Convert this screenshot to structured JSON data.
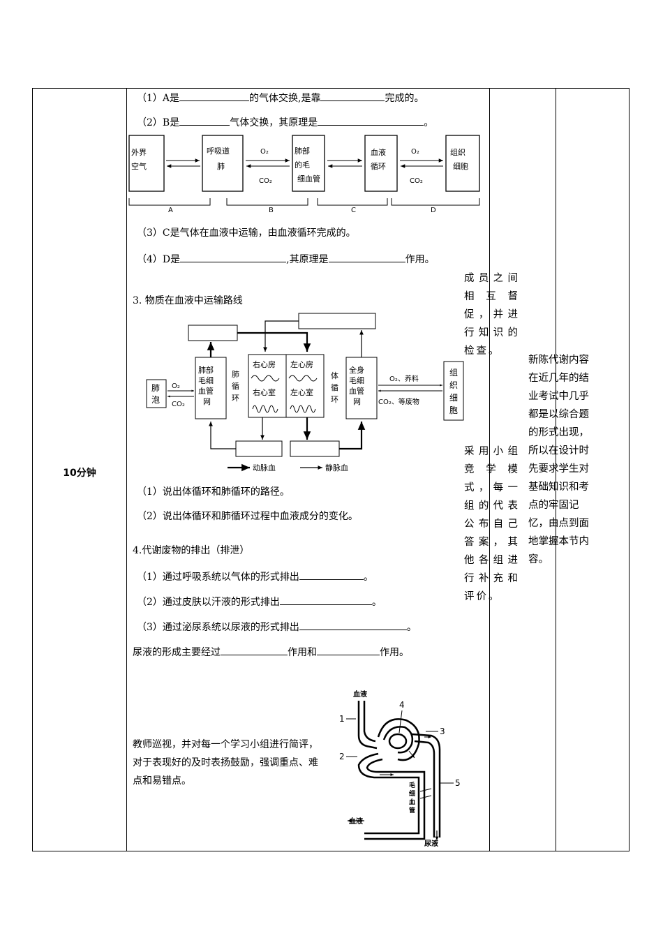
{
  "time_label": "10分钟",
  "section2": {
    "q1": {
      "p1": "（1）A是",
      "p2": "的气体交换,是靠",
      "p3": "完成的。"
    },
    "q2": {
      "p1": "（2）B是",
      "p2": "气体交换，其原理是",
      "p3": "。"
    },
    "q3": "（3）C是气体在血液中运输，由血液循环完成的。",
    "q4": {
      "p1": "（4）D是",
      "p2": ",其原理是",
      "p3": "作用。"
    },
    "diagram": {
      "box1": [
        "外界",
        "空气"
      ],
      "box2": [
        "呼吸道",
        "肺"
      ],
      "box3": [
        "肺部",
        "的毛",
        "细血管"
      ],
      "box4": [
        "血液",
        "循环"
      ],
      "box5": [
        "组织",
        "细胞"
      ],
      "o2": "O₂",
      "co2": "CO₂",
      "brackets": [
        "A",
        "B",
        "C",
        "D"
      ]
    }
  },
  "section3": {
    "title": "3.  物质在血液中运输路线",
    "diagram": {
      "alveoli": [
        "肺",
        "泡"
      ],
      "o2": "O₂",
      "co2": "CO₂",
      "lung_cap": [
        "肺部",
        "毛细",
        "血管",
        "网"
      ],
      "pulm_circ": [
        "肺",
        "循",
        "环"
      ],
      "ra": "右心房",
      "rv": "右心室",
      "la": "左心房",
      "lv": "左心室",
      "sys_circ": [
        "体",
        "循",
        "环"
      ],
      "body_cap": [
        "全身",
        "毛细",
        "血管",
        "网"
      ],
      "o2_nutrients": "O₂、养料",
      "co2_waste": "CO₂、等废物",
      "tissue": [
        "组",
        "织",
        "细",
        "胞"
      ],
      "legend_arterial": "动脉血",
      "legend_venous": "静脉血"
    },
    "q1": "（1）说出体循环和肺循环的路径。",
    "q2": "（2）说出体循环和肺循环过程中血液成分的变化。"
  },
  "section4": {
    "title": "4.代谢废物的排出（排泄）",
    "q1": "（1）通过呼吸系统以气体的形式排出",
    "q1_end": "。",
    "q2": "（2）通过皮肤以汗液的形式排出",
    "q2_end": "。",
    "q3": "（3）通过泌尿系统以尿液的形式排出",
    "q3_end": "。",
    "urine": {
      "p1": "尿液的形成主要经过",
      "p2": "作用和",
      "p3": "作用。"
    }
  },
  "teacher_note": "教师巡视，并对每一个学习小组进行简评，对于表现好的及时表扬鼓励，强调重点、难点和易错点。",
  "nephron": {
    "blood_in": "血液",
    "blood_out": "血液",
    "urine": "尿液",
    "capillary": [
      "毛",
      "细",
      "血",
      "管"
    ],
    "numbers": [
      "1",
      "2",
      "3",
      "4",
      "5"
    ]
  },
  "student_activity_1": "成员之间相互督促，并进行知识的检查。",
  "student_activity_2": "采用小组竞学模式，每一组的代表公布自己答案，其他各组进行补充和评价。",
  "design_intent": "新陈代谢内容在近几年的结业考试中几乎都是以综合题的形式出现，所以在设计时先要求学生对基础知识和考点的牢固记忆，由点到面地掌握本节内容。"
}
